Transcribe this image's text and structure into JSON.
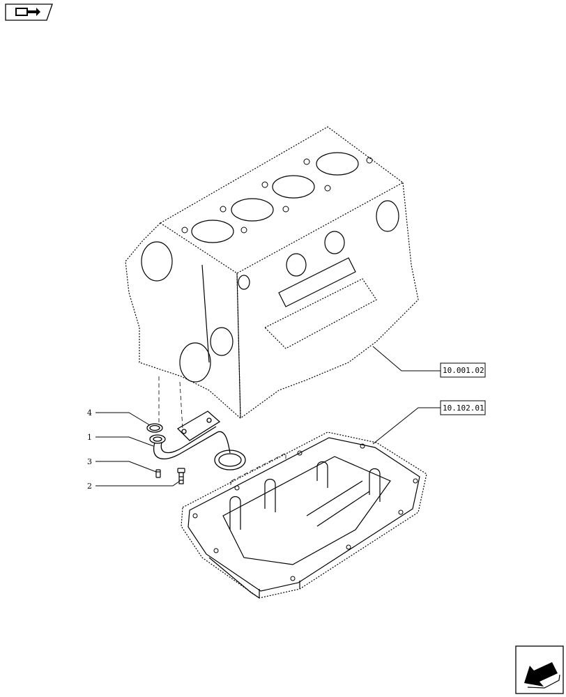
{
  "icons": {
    "top_left": "book-arrow-icon",
    "bottom_right": "next-page-arrow-icon"
  },
  "callouts": [
    {
      "id": "4",
      "label": "4"
    },
    {
      "id": "1",
      "label": "1"
    },
    {
      "id": "3",
      "label": "3"
    },
    {
      "id": "2",
      "label": "2"
    }
  ],
  "references": [
    {
      "id": "block",
      "label": "10.001.02"
    },
    {
      "id": "sump",
      "label": "10.102.01"
    }
  ]
}
